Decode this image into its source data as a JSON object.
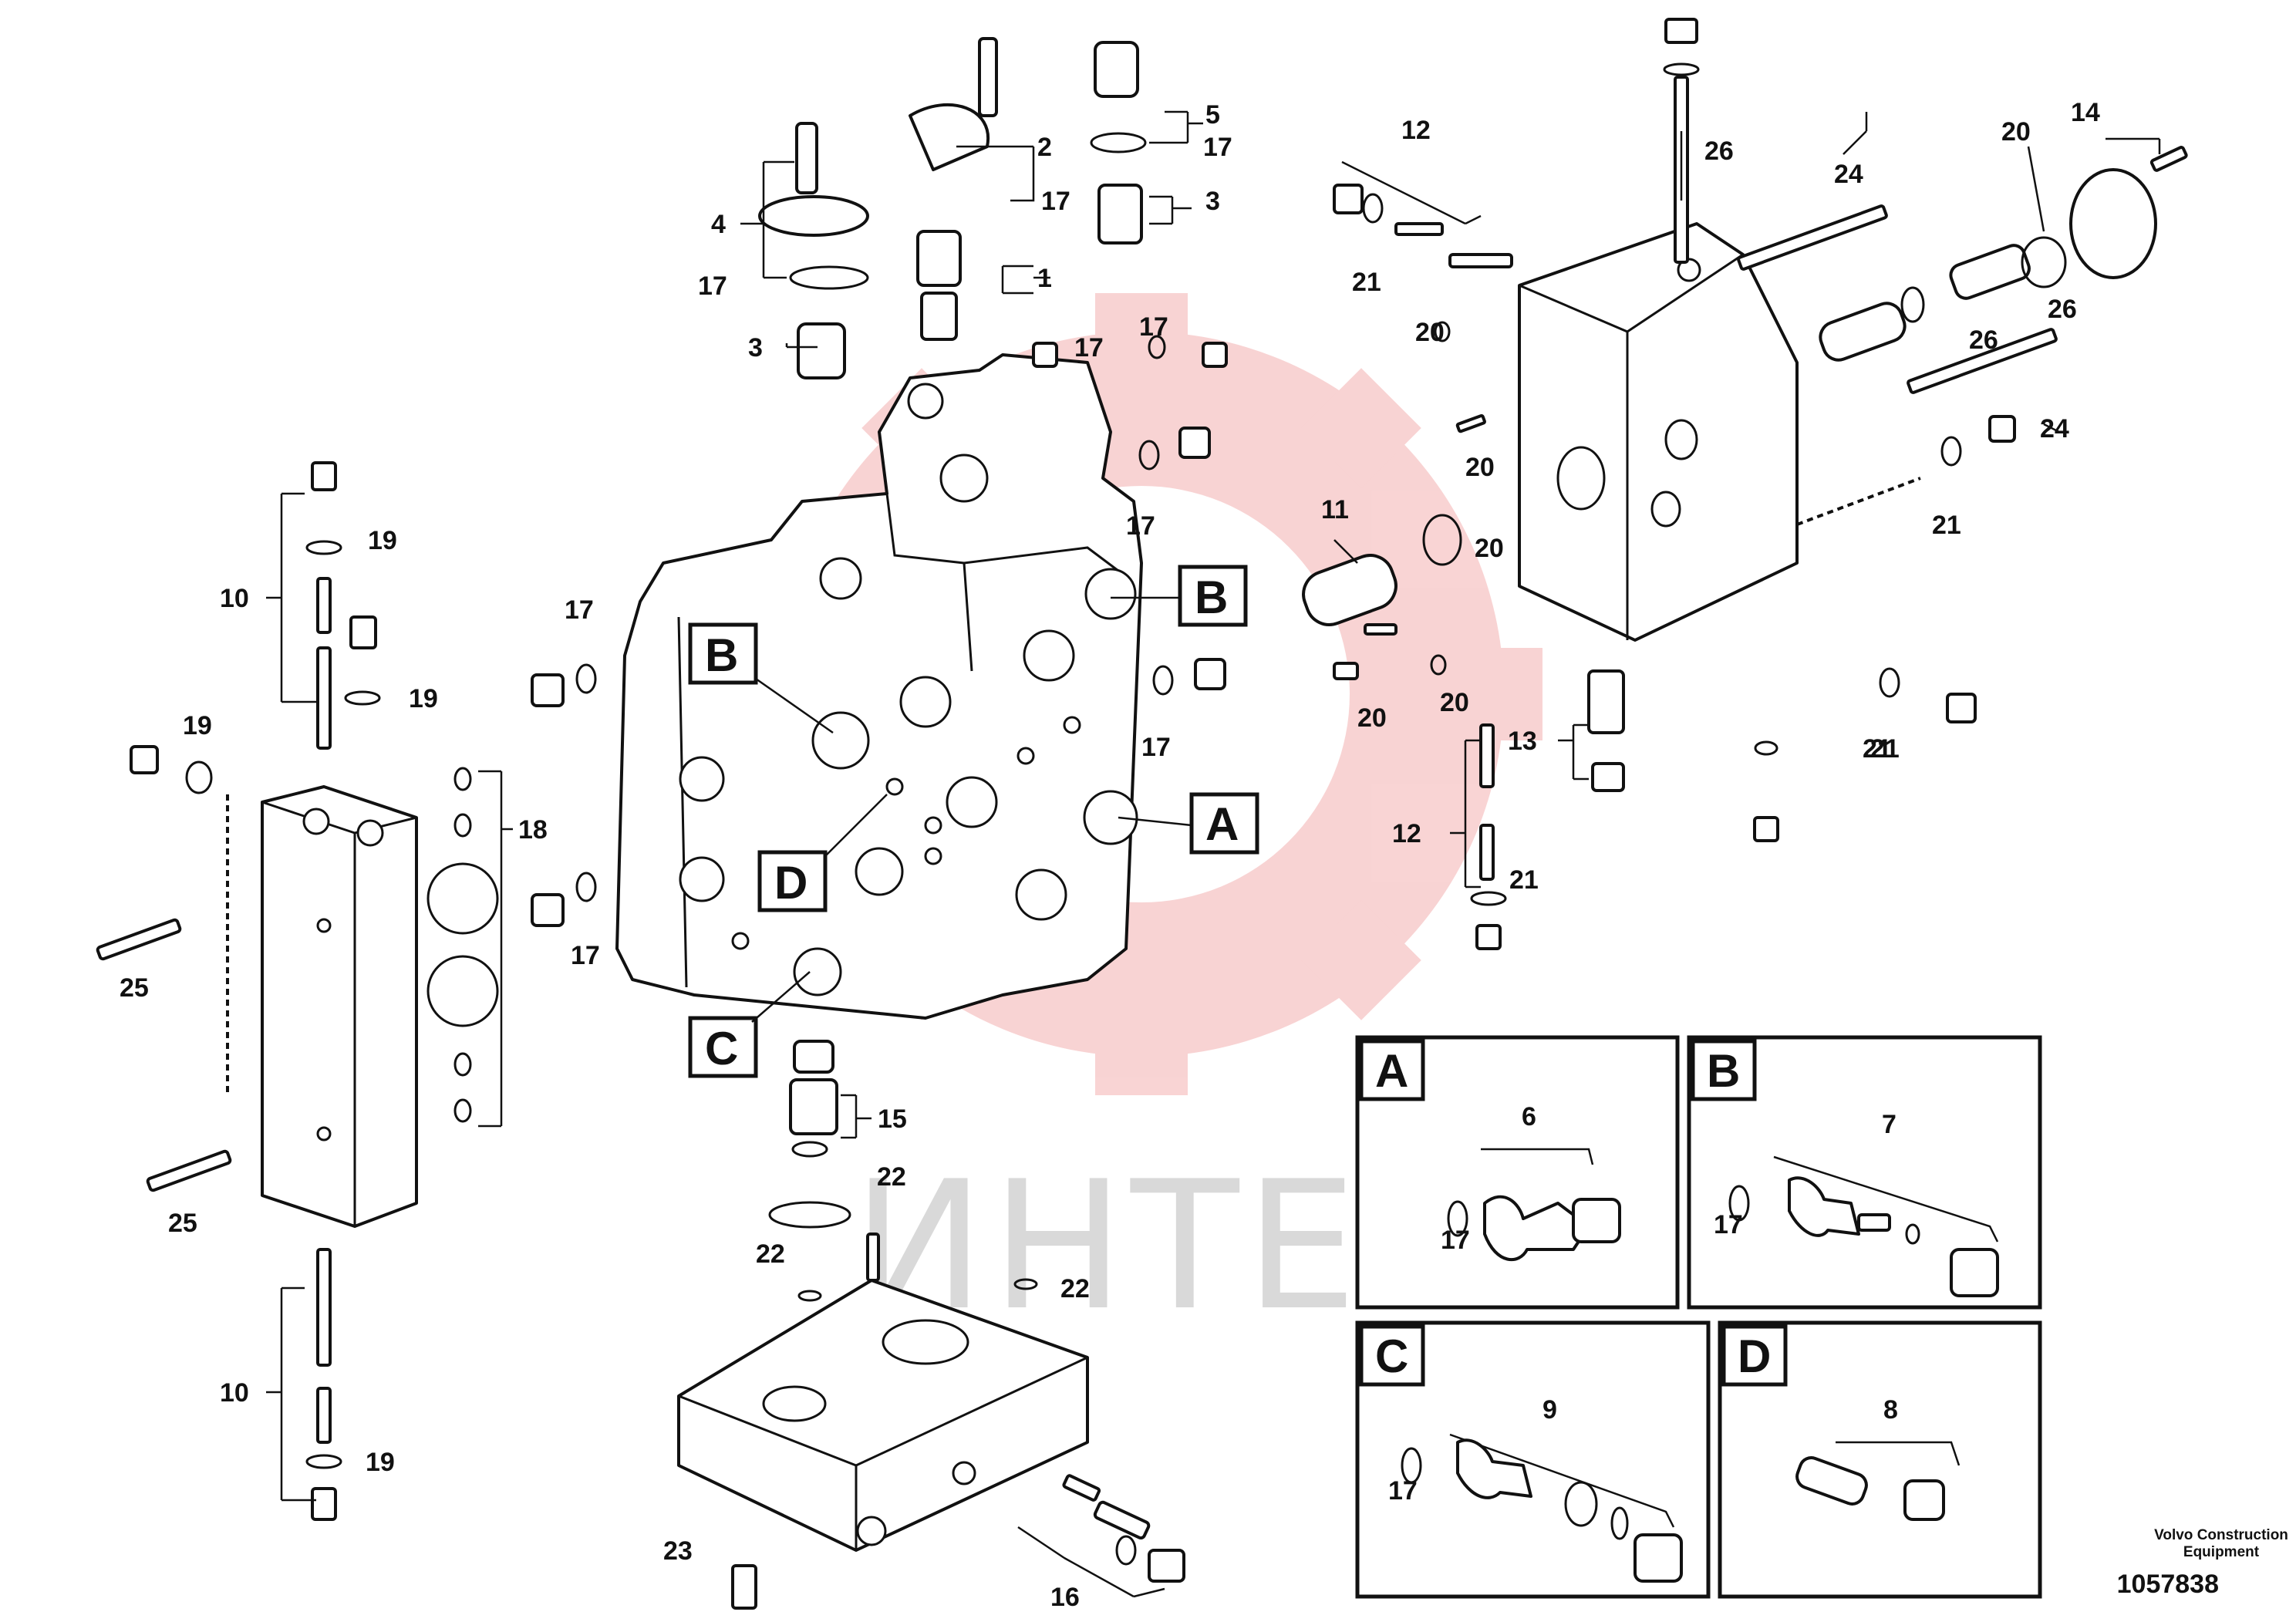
{
  "watermark": {
    "text": "ИНТЕХ",
    "logo": "gear-logo",
    "color": "#e23a3a"
  },
  "callouts": {
    "main_A": "A",
    "main_B_right": "B",
    "main_B_left": "B",
    "main_C": "C",
    "main_D": "D"
  },
  "insets": [
    {
      "letter": "A",
      "labels": [
        "6",
        "17"
      ]
    },
    {
      "letter": "B",
      "labels": [
        "7",
        "17"
      ]
    },
    {
      "letter": "C",
      "labels": [
        "9",
        "17"
      ]
    },
    {
      "letter": "D",
      "labels": [
        "8"
      ]
    }
  ],
  "labels": {
    "l1": "1",
    "l2": "2",
    "l3a": "3",
    "l3b": "3",
    "l4": "4",
    "l5": "5",
    "l10a": "10",
    "l10b": "10",
    "l11": "11",
    "l12a": "12",
    "l12b": "12",
    "l13": "13",
    "l14": "14",
    "l15": "15",
    "l16": "16",
    "l17a": "17",
    "l17b": "17",
    "l17c": "17",
    "l17d": "17",
    "l17e": "17",
    "l17f": "17",
    "l17g": "17",
    "l17h": "17",
    "l17i": "17",
    "l18": "18",
    "l19a": "19",
    "l19b": "19",
    "l19c": "19",
    "l19d": "19",
    "l20a": "20",
    "l20b": "20",
    "l20c": "20",
    "l20d": "20",
    "l20e": "20",
    "l20f": "20",
    "l21a": "21",
    "l21b": "21",
    "l21c": "21",
    "l21d": "21",
    "l21e": "21",
    "l22a": "22",
    "l22b": "22",
    "l22c": "22",
    "l23": "23",
    "l24a": "24",
    "l24b": "24",
    "l25a": "25",
    "l25b": "25",
    "l26a": "26",
    "l26b": "26",
    "l26c": "26"
  },
  "footer": {
    "credit_line1": "Volvo Construction",
    "credit_line2": "Equipment",
    "drawing_number": "1057838"
  }
}
